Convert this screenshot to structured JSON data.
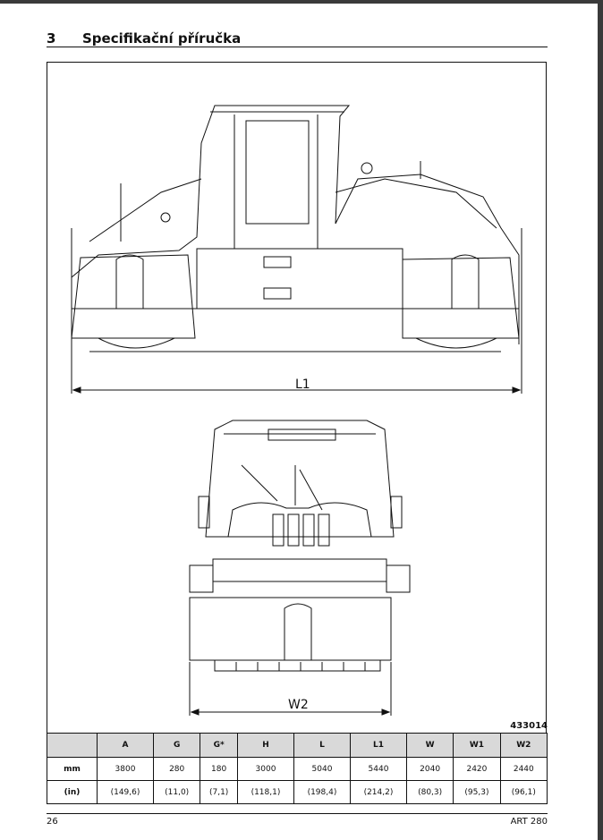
{
  "header": {
    "chapter": "3",
    "title": "Specifikační příručka"
  },
  "figure": {
    "id": "433014",
    "dim_side": "L1",
    "dim_front": "W2"
  },
  "table": {
    "headers": [
      "",
      "A",
      "G",
      "G*",
      "H",
      "L",
      "L1",
      "W",
      "W1",
      "W2"
    ],
    "rows": [
      {
        "label": "mm",
        "values": [
          "3800",
          "280",
          "180",
          "3000",
          "5040",
          "5440",
          "2040",
          "2420",
          "2440"
        ]
      },
      {
        "label": "(in)",
        "values": [
          "(149,6)",
          "(11,0)",
          "(7,1)",
          "(118,1)",
          "(198,4)",
          "(214,2)",
          "(80,3)",
          "(95,3)",
          "(96,1)"
        ]
      }
    ]
  },
  "footer": {
    "page": "26",
    "model": "ART 280"
  }
}
